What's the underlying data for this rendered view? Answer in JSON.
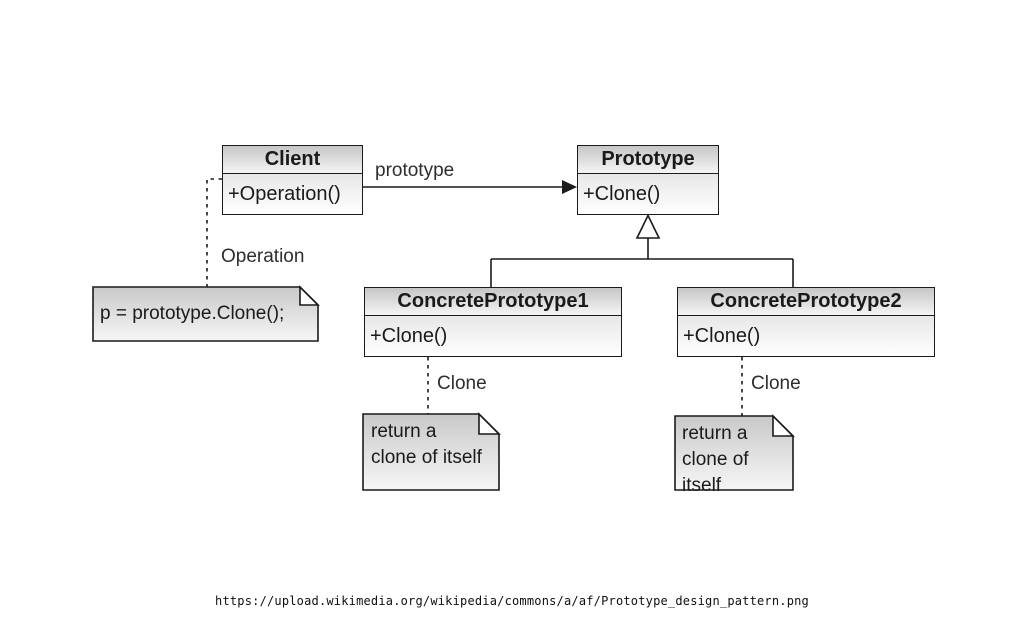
{
  "diagram": {
    "title_semantic": "Prototype design pattern UML class diagram",
    "classes": [
      {
        "name": "Client",
        "method": "+Operation()"
      },
      {
        "name": "Prototype",
        "method": "+Clone()"
      },
      {
        "name": "ConcretePrototype1",
        "method": "+Clone()"
      },
      {
        "name": "ConcretePrototype2",
        "method": "+Clone()"
      }
    ],
    "edge_labels": {
      "association": "prototype",
      "operation": "Operation",
      "clone_left": "Clone",
      "clone_right": "Clone"
    },
    "notes": [
      {
        "text": "p = prototype.Clone();"
      },
      {
        "text": "return a\nclone of itself"
      },
      {
        "text": "return a\nclone of itself"
      }
    ],
    "colors": {
      "line": "#1a1a1a",
      "title_gradient_top": "#c6c6c6",
      "title_gradient_bottom": "#f5f5f5",
      "method_gradient_top": "#e7e7e7",
      "method_gradient_bottom": "#ffffff",
      "note_gradient_top": "#c9c9c9",
      "note_gradient_bottom": "#f6f6f6"
    }
  },
  "footer": {
    "url": "https://upload.wikimedia.org/wikipedia/commons/a/af/Prototype_design_pattern.png"
  }
}
